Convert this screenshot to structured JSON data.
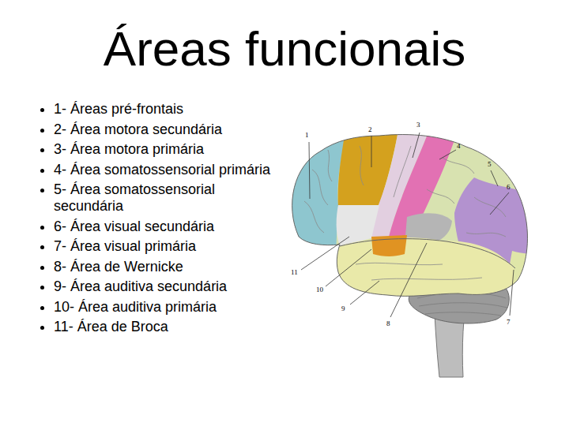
{
  "diagram": {
    "title": "Áreas funcionais",
    "labels": [
      "1- Áreas pré-frontais",
      "2- Área motora secundária",
      "3- Área motora primária",
      "4- Área somatossensorial primária",
      "5- Área somatossensorial secundária",
      "6- Área visual secundária",
      "7- Área visual primária",
      "8- Área de Wernicke",
      "9- Área auditiva secundária",
      "10- Área auditiva primária",
      "11- Área de Broca",
      "1",
      "2",
      "3",
      "4",
      "5",
      "6",
      "7",
      "8",
      "9",
      "10",
      "11"
    ]
  }
}
